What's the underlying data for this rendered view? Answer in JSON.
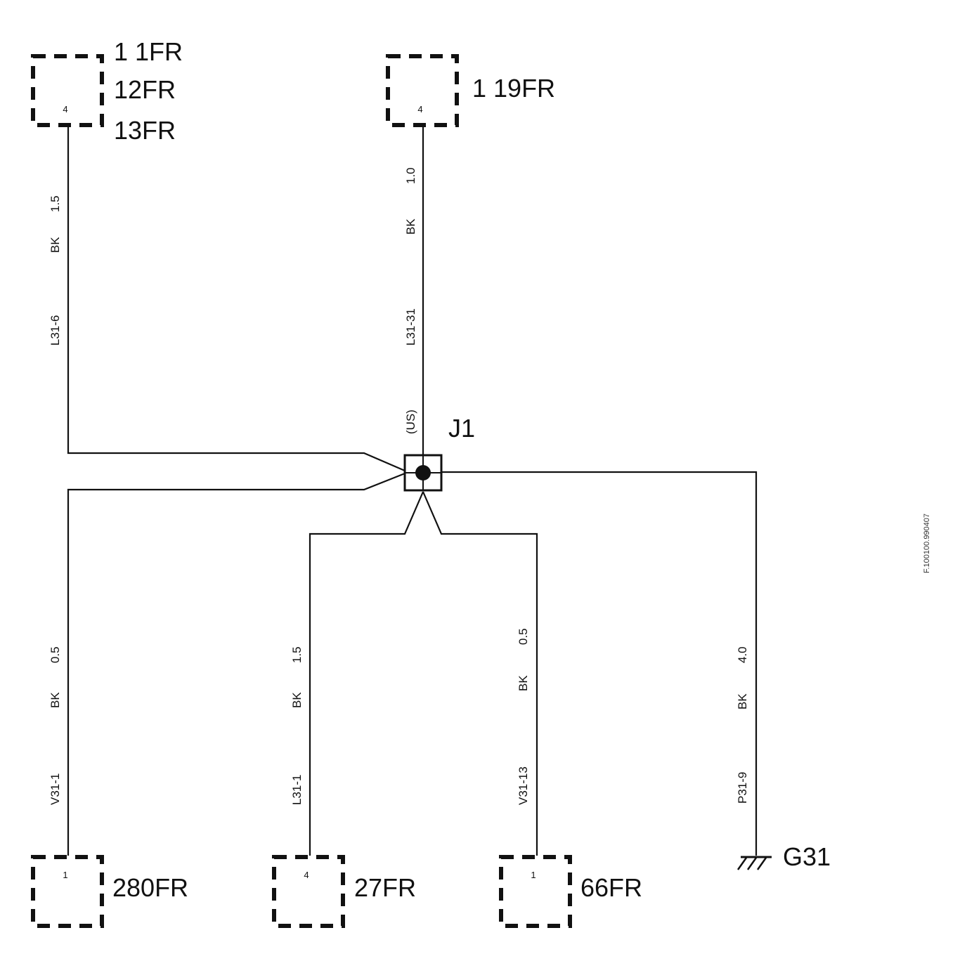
{
  "connectors": {
    "top_left": {
      "labels": [
        "1 1FR",
        "12FR",
        "13FR"
      ],
      "pin": "4"
    },
    "top_mid": {
      "label": "1 19FR",
      "pin": "4"
    },
    "bottom_1": {
      "label": "280FR",
      "pin": "1"
    },
    "bottom_2": {
      "label": "27FR",
      "pin": "4"
    },
    "bottom_3": {
      "label": "66FR",
      "pin": "1"
    }
  },
  "splice": {
    "label": "J1",
    "note": "(US)"
  },
  "ground": {
    "label": "G31"
  },
  "wires": {
    "w1": {
      "id": "L31-6",
      "color": "BK",
      "size": "1.5"
    },
    "w2": {
      "id": "L31-31",
      "color": "BK",
      "size": "1.0"
    },
    "w3": {
      "id": "V31-1",
      "color": "BK",
      "size": "0.5"
    },
    "w4": {
      "id": "L31-1",
      "color": "BK",
      "size": "1.5"
    },
    "w5": {
      "id": "V31-13",
      "color": "BK",
      "size": "0.5"
    },
    "w6": {
      "id": "P31-9",
      "color": "BK",
      "size": "4.0"
    }
  },
  "figure_id": "F.100100.990407"
}
